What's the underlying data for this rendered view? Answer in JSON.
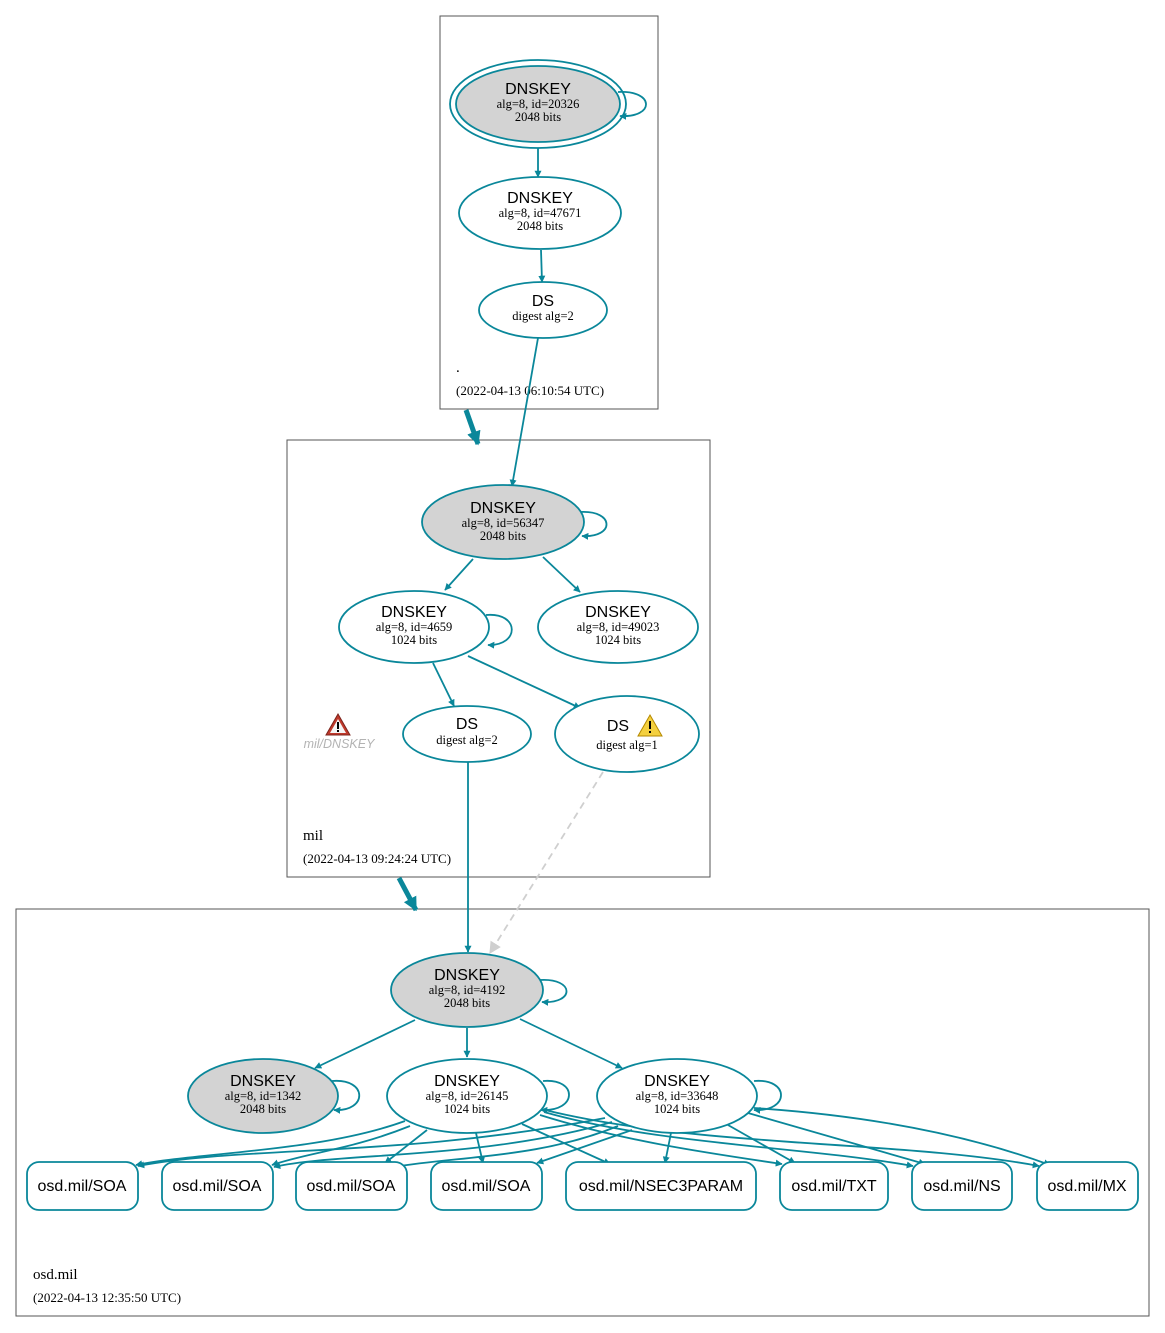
{
  "zones": {
    "root": {
      "name": ".",
      "timestamp": "(2022-04-13 06:10:54 UTC)"
    },
    "mil": {
      "name": "mil",
      "timestamp": "(2022-04-13 09:24:24 UTC)"
    },
    "osd": {
      "name": "osd.mil",
      "timestamp": "(2022-04-13 12:35:50 UTC)"
    }
  },
  "nodes": {
    "root_ksk": {
      "title": "DNSKEY",
      "line1": "alg=8, id=20326",
      "line2": "2048 bits"
    },
    "root_zsk": {
      "title": "DNSKEY",
      "line1": "alg=8, id=47671",
      "line2": "2048 bits"
    },
    "root_ds": {
      "title": "DS",
      "line1": "digest alg=2"
    },
    "mil_ksk": {
      "title": "DNSKEY",
      "line1": "alg=8, id=56347",
      "line2": "2048 bits"
    },
    "mil_zsk1": {
      "title": "DNSKEY",
      "line1": "alg=8, id=4659",
      "line2": "1024 bits"
    },
    "mil_zsk2": {
      "title": "DNSKEY",
      "line1": "alg=8, id=49023",
      "line2": "1024 bits"
    },
    "mil_ds2": {
      "title": "DS",
      "line1": "digest alg=2"
    },
    "mil_ds1": {
      "title": "DS",
      "line1": "digest alg=1"
    },
    "mil_err": {
      "label": "mil/DNSKEY"
    },
    "osd_ksk": {
      "title": "DNSKEY",
      "line1": "alg=8, id=4192",
      "line2": "2048 bits"
    },
    "osd_k1342": {
      "title": "DNSKEY",
      "line1": "alg=8, id=1342",
      "line2": "2048 bits"
    },
    "osd_k26145": {
      "title": "DNSKEY",
      "line1": "alg=8, id=26145",
      "line2": "1024 bits"
    },
    "osd_k33648": {
      "title": "DNSKEY",
      "line1": "alg=8, id=33648",
      "line2": "1024 bits"
    }
  },
  "rrsets": [
    "osd.mil/SOA",
    "osd.mil/SOA",
    "osd.mil/SOA",
    "osd.mil/SOA",
    "osd.mil/NSEC3PARAM",
    "osd.mil/TXT",
    "osd.mil/NS",
    "osd.mil/MX"
  ],
  "colors": {
    "edge": "#0a879a",
    "secure_entry_fill": "#d3d3d3",
    "warning": "#f4d03f",
    "error": "#c0392b",
    "insecure_edge": "#cfcfcf"
  },
  "icons": {
    "warning": "warning-triangle-icon",
    "error": "error-triangle-icon"
  }
}
